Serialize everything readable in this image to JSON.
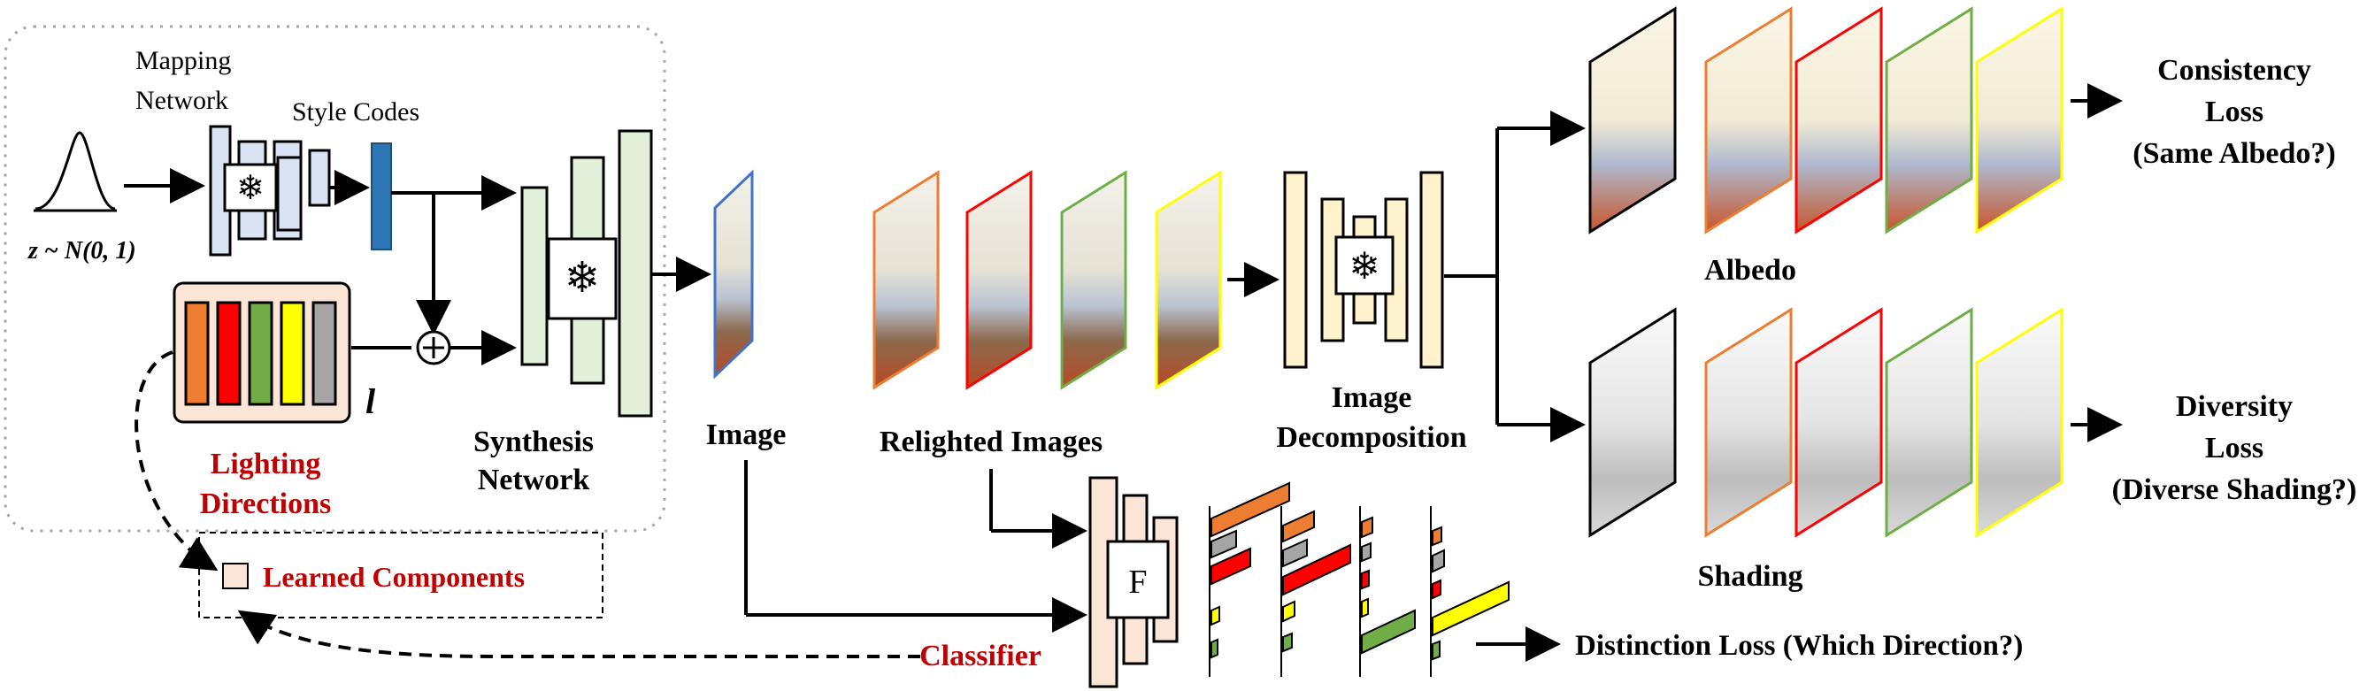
{
  "generator": {
    "mapping_network_label_line1": "Mapping",
    "mapping_network_label_line2": "Network",
    "style_codes_label": "Style Codes",
    "noise_label": "z ~ N(0, 1)",
    "synthesis_label_line1": "Synthesis",
    "synthesis_label_line2": "Network",
    "lighting_label_line1": "Lighting",
    "lighting_label_line2": "Directions",
    "lighting_symbol": "l",
    "frozen_icon": "snowflake-icon",
    "plus_symbol": "⊕"
  },
  "lighting_colors": [
    "#ed7d31",
    "#ff0000",
    "#70ad47",
    "#ffff00",
    "#a5a5a5"
  ],
  "legend": {
    "label": "Learned Components",
    "swatch_color": "#fbe5d6"
  },
  "image_label": "Image",
  "relighted_label": "Relighted Images",
  "decomposition": {
    "label_line1": "Image",
    "label_line2": "Decomposition"
  },
  "albedo_label": "Albedo",
  "shading_label": "Shading",
  "consistency_loss": {
    "line1": "Consistency",
    "line2": "Loss",
    "line3": "(Same Albedo?)"
  },
  "diversity_loss": {
    "line1": "Diversity",
    "line2": "Loss",
    "line3": "(Diverse Shading?)"
  },
  "classifier": {
    "label": "Classifier",
    "block_letter": "F"
  },
  "distinction_loss": "Distinction Loss (Which Direction?)",
  "colors": {
    "accent_red": "#c00000",
    "image_frame": "#4472c4",
    "style_code": "#2e75b6",
    "mapping_fill": "#dae3f3",
    "synthesis_fill": "#e2f0d9",
    "decomp_fill": "#fff2cc",
    "learned_fill": "#fbe5d6"
  }
}
